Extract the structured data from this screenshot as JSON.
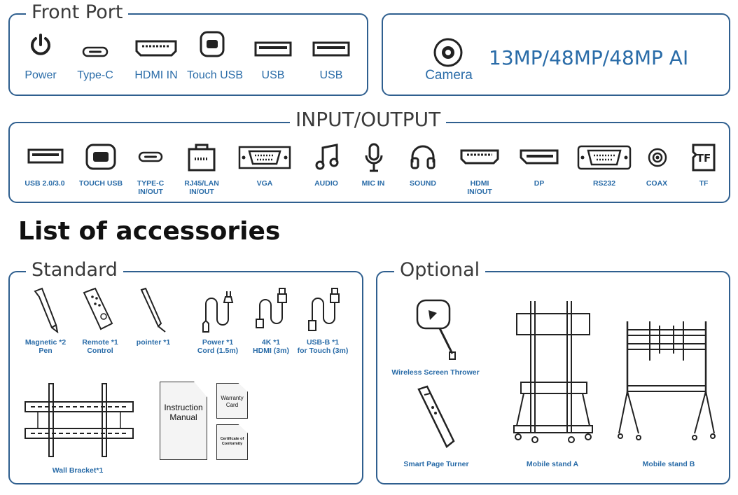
{
  "front_port": {
    "title": "Front Port",
    "items": [
      {
        "label": "Power",
        "icon": "power-icon"
      },
      {
        "label": "Type-C",
        "icon": "usb-c-port-icon"
      },
      {
        "label": "HDMI IN",
        "icon": "hdmi-port-icon"
      },
      {
        "label": "Touch USB",
        "icon": "usb-b-port-icon"
      },
      {
        "label": "USB",
        "icon": "usb-a-port-icon"
      },
      {
        "label": "USB",
        "icon": "usb-a-port-icon"
      }
    ]
  },
  "camera": {
    "label": "Camera",
    "spec": "13MP/48MP/48MP AI",
    "icon": "camera-icon"
  },
  "io": {
    "title": "INPUT/OUTPUT",
    "items": [
      {
        "label": "USB 2.0/3.0",
        "icon": "usb-a-port-icon"
      },
      {
        "label": "TOUCH USB",
        "icon": "usb-b-port-icon"
      },
      {
        "label": "TYPE-C\nIN/OUT",
        "icon": "usb-c-port-icon"
      },
      {
        "label": "RJ45/LAN\nIN/OUT",
        "icon": "rj45-port-icon"
      },
      {
        "label": "VGA",
        "icon": "vga-port-icon"
      },
      {
        "label": "AUDIO",
        "icon": "music-note-icon"
      },
      {
        "label": "MIC IN",
        "icon": "microphone-icon"
      },
      {
        "label": "SOUND",
        "icon": "headphones-icon"
      },
      {
        "label": "HDMI\nIN/OUT",
        "icon": "hdmi-port-icon"
      },
      {
        "label": "DP",
        "icon": "displayport-icon"
      },
      {
        "label": "RS232",
        "icon": "rs232-port-icon"
      },
      {
        "label": "COAX",
        "icon": "coax-port-icon"
      },
      {
        "label": "TF",
        "icon": "tf-card-icon"
      }
    ]
  },
  "accessories": {
    "heading": "List of accessories",
    "standard": {
      "title": "Standard",
      "items": [
        {
          "label": "Magnetic *2\nPen",
          "icon": "pen-icon"
        },
        {
          "label": "Remote  *1\nControl",
          "icon": "remote-control-icon"
        },
        {
          "label": "pointer  *1",
          "icon": "pointer-icon"
        },
        {
          "label": "Power   *1\nCord (1.5m)",
          "icon": "power-cord-icon"
        },
        {
          "label": "4K    *1\nHDMI (3m)",
          "icon": "hdmi-cable-icon"
        },
        {
          "label": "USB-B    *1\nfor Touch (3m)",
          "icon": "usb-cable-icon"
        }
      ],
      "wall_bracket": "Wall Bracket*1",
      "manual": "Instruction\nManual",
      "warranty": "Warranty\nCard",
      "certificate": "Certificate of\nConformity"
    },
    "optional": {
      "title": "Optional",
      "items": [
        {
          "label": "Wireless Screen Thrower",
          "icon": "screen-thrower-icon"
        },
        {
          "label": "Smart Page Turner",
          "icon": "page-turner-icon"
        },
        {
          "label": "Mobile stand A",
          "icon": "mobile-stand-a-icon"
        },
        {
          "label": "Mobile stand B",
          "icon": "mobile-stand-b-icon"
        }
      ]
    }
  },
  "colors": {
    "accent": "#2a6ca8",
    "border": "#2f5f8f"
  }
}
